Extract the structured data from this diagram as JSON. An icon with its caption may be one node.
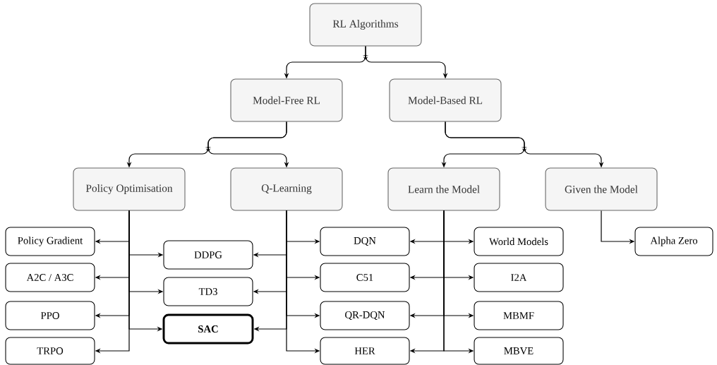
{
  "diagram": {
    "nodes": [
      {
        "text": [
          "RL Algorithms"
        ]
      },
      {
        "text": [
          "Model-Free RL"
        ]
      },
      {
        "text": [
          "Model-Based RL"
        ]
      },
      {
        "text": [
          "Policy Optimisation"
        ]
      },
      {
        "text": [
          "Q-Learning"
        ]
      },
      {
        "text": [
          "Learn the Model"
        ]
      },
      {
        "text": [
          "Given the Model"
        ]
      },
      {
        "text": [
          "Policy Gradient"
        ]
      },
      {
        "text": [
          "A2C / A3C"
        ]
      },
      {
        "text": [
          "PPO"
        ]
      },
      {
        "text": [
          "TRPO"
        ]
      },
      {
        "text": [
          "DDPG"
        ]
      },
      {
        "text": [
          "TD3"
        ]
      },
      {
        "text": [
          "SAC"
        ]
      },
      {
        "text": [
          "DQN"
        ]
      },
      {
        "text": [
          "C51"
        ]
      },
      {
        "text": [
          "QR-DQN"
        ]
      },
      {
        "text": [
          "HER"
        ]
      },
      {
        "text": [
          "World Models"
        ]
      },
      {
        "text": [
          "I2A"
        ]
      },
      {
        "text": [
          "MBMF"
        ]
      },
      {
        "text": [
          "MBVE"
        ]
      },
      {
        "text": [
          "Alpha Zero"
        ]
      }
    ],
    "edges": [
      {
        "from": 0,
        "to": 1,
        "arrow": "to"
      },
      {
        "from": 0,
        "to": 2,
        "arrow": "to"
      },
      {
        "from": 1,
        "to": 3,
        "arrow": "to"
      },
      {
        "from": 1,
        "to": 4,
        "arrow": "to"
      },
      {
        "from": 2,
        "to": 5,
        "arrow": "to"
      },
      {
        "from": 2,
        "to": 6,
        "arrow": "to"
      },
      {
        "from": 3,
        "to": 7,
        "arrow": "to"
      },
      {
        "from": 3,
        "to": 8,
        "arrow": "to"
      },
      {
        "from": 3,
        "to": 9,
        "arrow": "to"
      },
      {
        "from": 3,
        "to": 10,
        "arrow": "to"
      },
      {
        "from": 3,
        "to": 11,
        "arrow": "to"
      },
      {
        "from": 3,
        "to": 12,
        "arrow": "to"
      },
      {
        "from": 3,
        "to": 13,
        "arrow": "to"
      },
      {
        "from": 4,
        "to": 11,
        "arrow": "to"
      },
      {
        "from": 4,
        "to": 12,
        "arrow": "to"
      },
      {
        "from": 4,
        "to": 13,
        "arrow": "to"
      },
      {
        "from": 4,
        "to": 14,
        "arrow": "to"
      },
      {
        "from": 4,
        "to": 15,
        "arrow": "to"
      },
      {
        "from": 4,
        "to": 16,
        "arrow": "to"
      },
      {
        "from": 4,
        "to": 17,
        "arrow": "to"
      },
      {
        "from": 5,
        "to": 14,
        "arrow": "to"
      },
      {
        "from": 5,
        "to": 15,
        "arrow": "to"
      },
      {
        "from": 5,
        "to": 16,
        "arrow": "to"
      },
      {
        "from": 5,
        "to": 17,
        "arrow": "to"
      },
      {
        "from": 5,
        "to": 18,
        "arrow": "to"
      },
      {
        "from": 5,
        "to": 19,
        "arrow": "to"
      },
      {
        "from": 5,
        "to": 20,
        "arrow": "to"
      },
      {
        "from": 5,
        "to": 21,
        "arrow": "to"
      },
      {
        "from": 6,
        "to": 22,
        "arrow": "to"
      }
    ]
  }
}
